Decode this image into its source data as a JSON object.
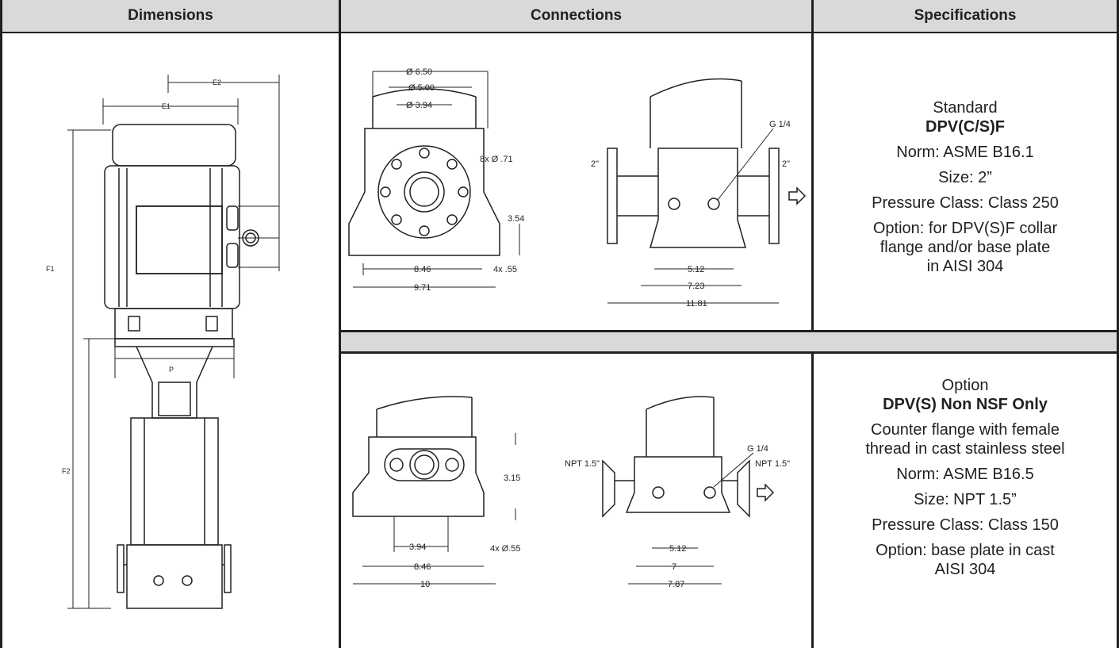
{
  "headers": {
    "dimensions": "Dimensions",
    "connections": "Connections",
    "specifications": "Specifications"
  },
  "dimension_labels": {
    "e1": "E1",
    "e2": "E2",
    "f1": "F1",
    "f2": "F2",
    "p": "P"
  },
  "standard_drawing": {
    "front": {
      "d1": "Ø 6.50",
      "d2": "Ø 5.00",
      "d3": "Ø 3.94",
      "holes": "8x Ø .71",
      "height": "3.54",
      "width_inner": "8.46",
      "width_outer": "9.71",
      "base_holes": "4x  .55"
    },
    "side": {
      "gauge": "G 1/4",
      "left_size": "2\"",
      "right_size": "2\"",
      "w1": "5.12",
      "w2": "7.23",
      "w3": "11.81"
    }
  },
  "option_drawing": {
    "front": {
      "height": "3.15",
      "inner": "3.94",
      "w1": "8.46",
      "w2": "10",
      "base_holes": "4x Ø.55"
    },
    "side": {
      "gauge": "G 1/4",
      "left_size": "NPT 1.5\"",
      "right_size": "NPT 1.5\"",
      "w1": "5.12",
      "w2": "7",
      "w3": "7.87"
    }
  },
  "standard_spec": {
    "kind": "Standard",
    "model": "DPV(C/S)F",
    "norm": "Norm: ASME B16.1",
    "size": "Size: 2”",
    "pressure": "Pressure Class: Class 250",
    "option_line1": "Option: for DPV(S)F collar",
    "option_line2": "flange and/or base plate",
    "option_line3": "in AISI 304"
  },
  "option_spec": {
    "kind": "Option",
    "model": "DPV(S) Non NSF Only",
    "desc_line1": "Counter flange with female",
    "desc_line2": "thread in cast stainless steel",
    "norm": "Norm: ASME B16.5",
    "size": "Size: NPT 1.5”",
    "pressure": "Pressure Class: Class 150",
    "option_line1": "Option: base plate in cast",
    "option_line2": "AISI 304"
  },
  "colors": {
    "header_bg": "#d9d9d9",
    "line": "#231f20",
    "accent_dash": "#e8732a"
  }
}
